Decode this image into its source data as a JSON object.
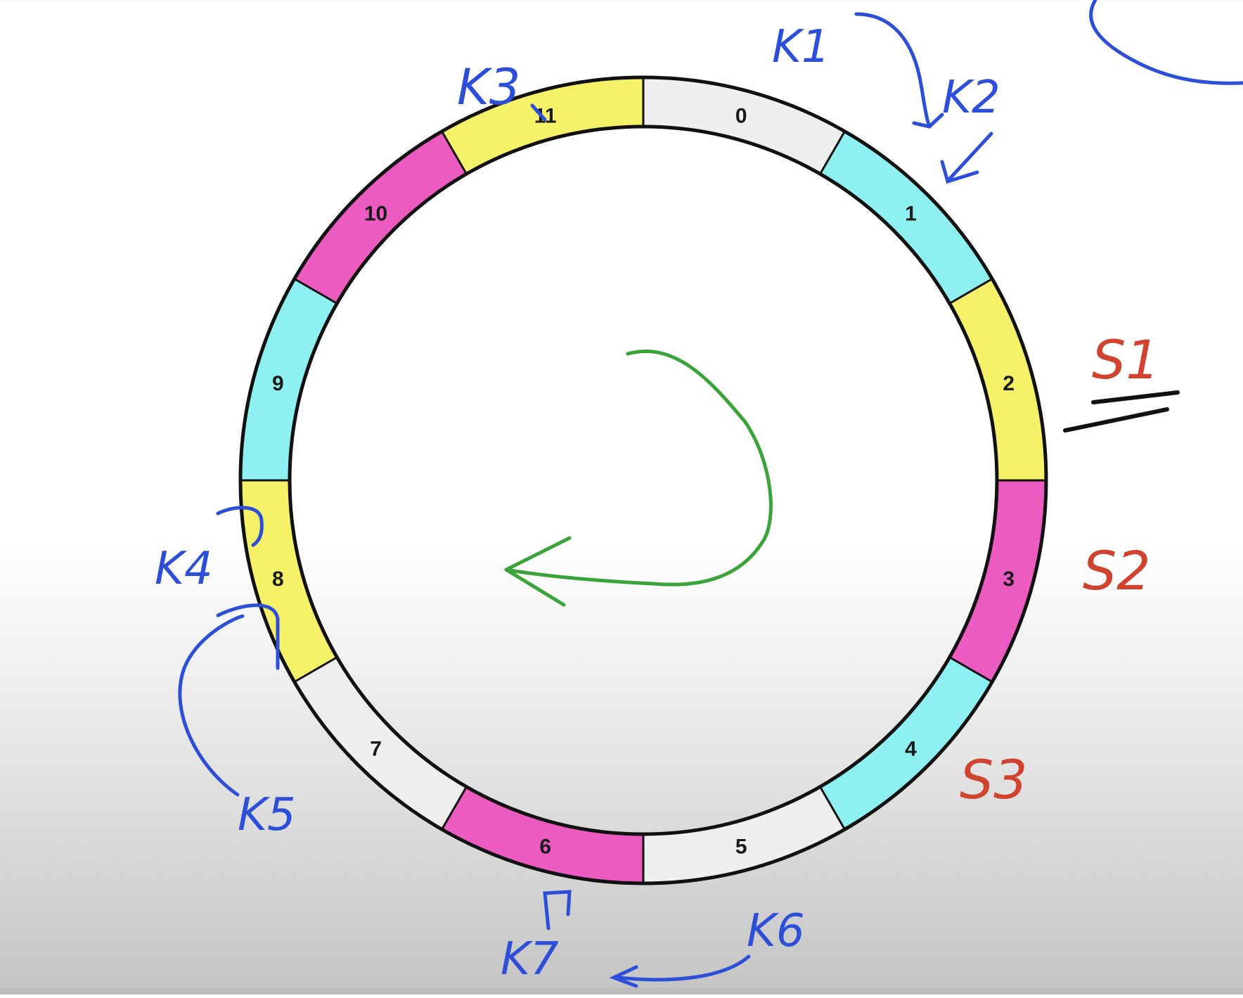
{
  "ring": {
    "slots": [
      {
        "label": "0",
        "highlight": "none"
      },
      {
        "label": "1",
        "highlight": "cyan"
      },
      {
        "label": "2",
        "highlight": "yellow"
      },
      {
        "label": "3",
        "highlight": "magenta"
      },
      {
        "label": "4",
        "highlight": "cyan"
      },
      {
        "label": "5",
        "highlight": "none"
      },
      {
        "label": "6",
        "highlight": "magenta"
      },
      {
        "label": "7",
        "highlight": "none"
      },
      {
        "label": "8",
        "highlight": "yellow"
      },
      {
        "label": "9",
        "highlight": "cyan"
      },
      {
        "label": "10",
        "highlight": "magenta"
      },
      {
        "label": "11",
        "highlight": "yellow"
      }
    ]
  },
  "keys": [
    "K1",
    "K2",
    "K3",
    "K4",
    "K5",
    "K6",
    "K7"
  ],
  "servers": [
    "S1",
    "S2",
    "S3"
  ],
  "colors": {
    "cyan": "#8ef0f0",
    "yellow": "#f5f26a",
    "magenta": "#ec5bc0",
    "slot_base": "#efefef",
    "outline": "#111111",
    "key_ink": "#2d4fd8",
    "server_ink": "#d0432e",
    "direction_arrow": "#3aa33a"
  },
  "annotations": {
    "direction_arrow": "counter-clockwise",
    "s1_underline": true
  }
}
